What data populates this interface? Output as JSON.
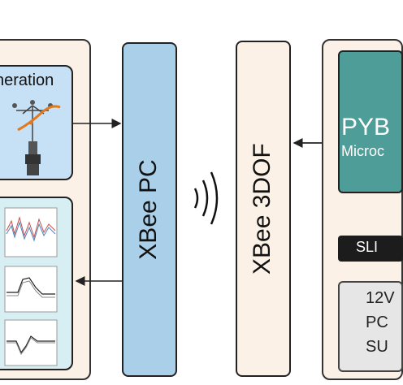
{
  "blocks": {
    "generation_label": "neration",
    "xbee_pc_label": "XBee PC",
    "xbee_3dof_label": "XBee 3DOF",
    "pyb_label": "PYB",
    "micro_label": "Microc",
    "sli_label": "SLI",
    "power_line1": "12V",
    "power_line2": "PC",
    "power_line3": "SU"
  },
  "colors": {
    "xbee_pc_fill": "#a9cfe9",
    "panel_fill": "#fcf1e6",
    "pyb_fill": "#4e9d98",
    "generation_fill": "#c6e0f6",
    "plots_fill": "#d7eef3"
  },
  "icons": [
    "wireless-signal-icon",
    "robot-arm-icon"
  ]
}
